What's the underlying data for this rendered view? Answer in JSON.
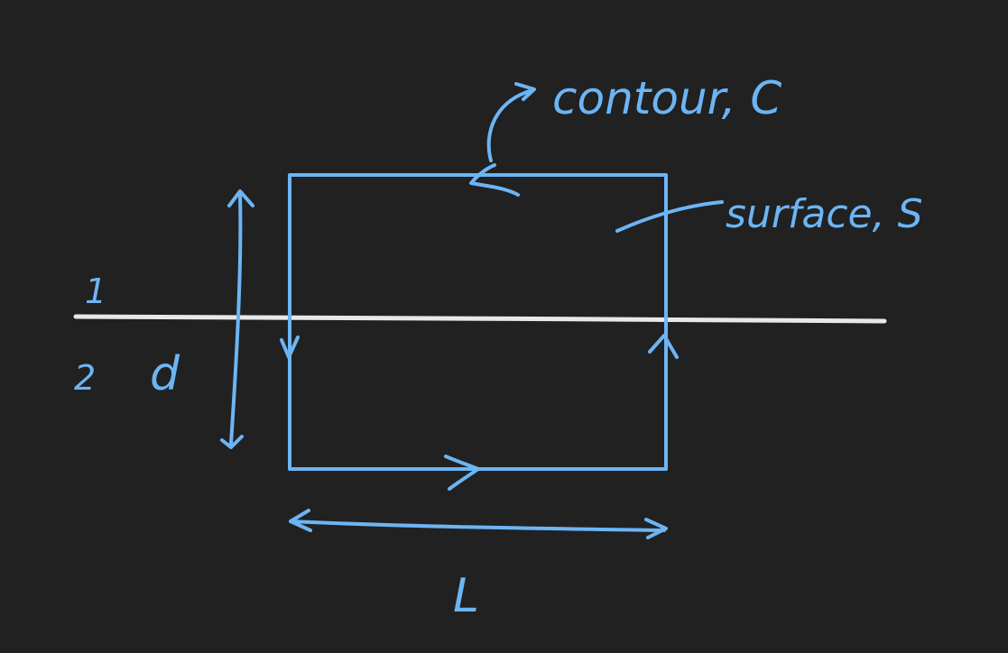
{
  "colors": {
    "background": "#212121",
    "ink": "#6cb5f5",
    "interface": "#e8e8e8"
  },
  "labels": {
    "contour": "contour, C",
    "surface": "surface, S",
    "region_top": "1",
    "region_bottom": "2",
    "height": "d",
    "width": "L"
  }
}
